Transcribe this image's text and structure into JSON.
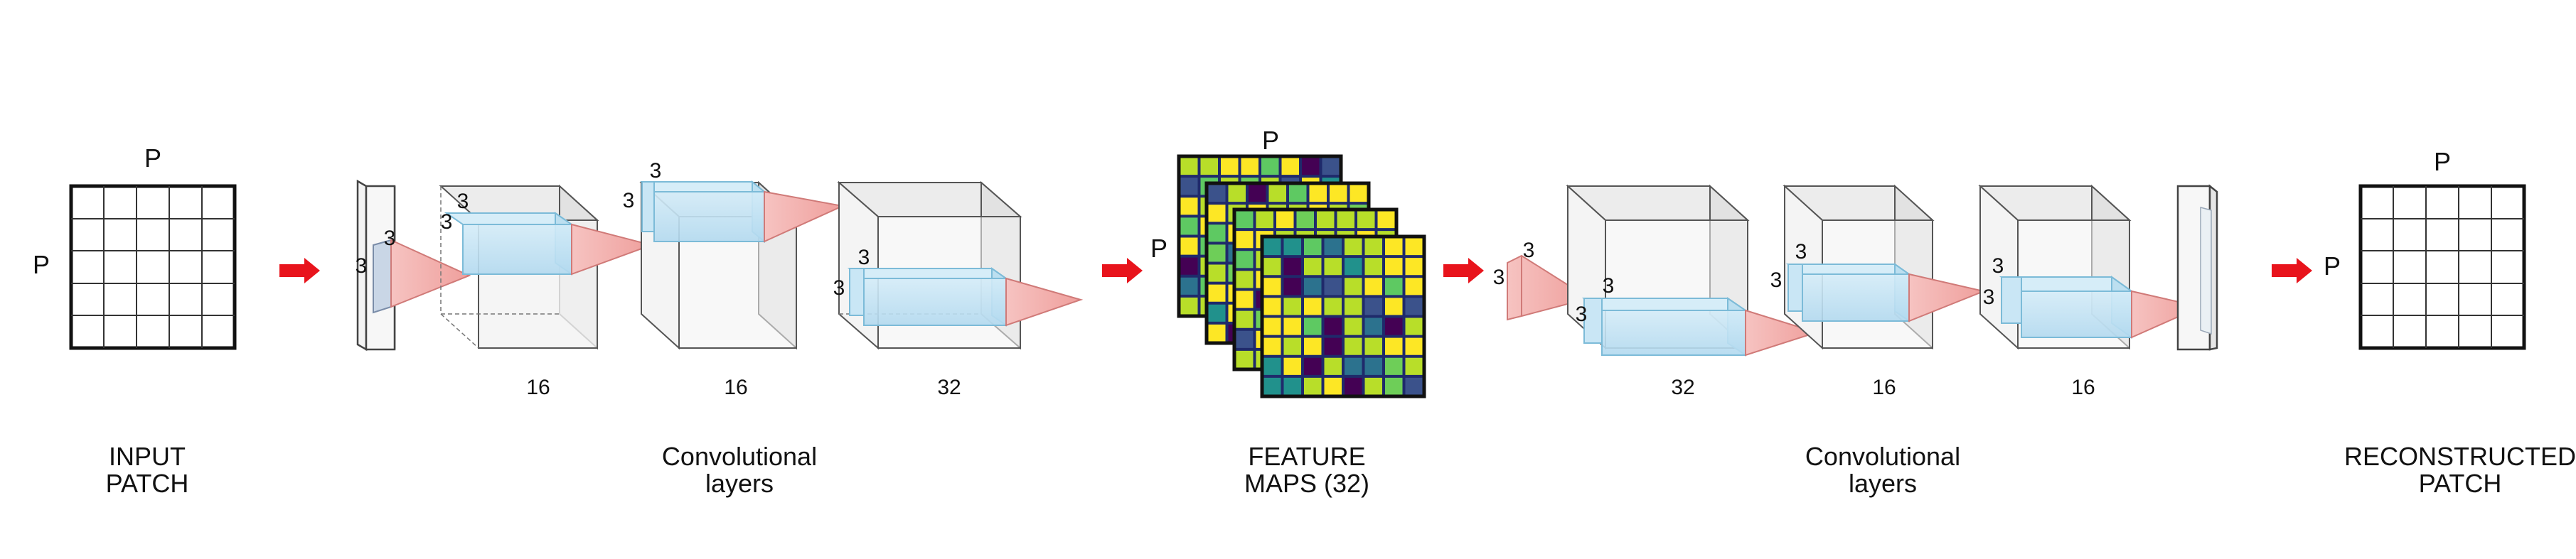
{
  "input_patch": {
    "side_label_top": "P",
    "side_label_left": "P",
    "caption_line1": "INPUT",
    "caption_line2": "PATCH"
  },
  "encoder": {
    "kernel_label": "3",
    "channels": [
      "16",
      "16",
      "32"
    ],
    "caption_line1": "Convolutional",
    "caption_line2": "layers"
  },
  "feature_maps": {
    "side_label_top": "P",
    "side_label_left": "P",
    "caption_line1": "FEATURE",
    "caption_line2": "MAPS (32)"
  },
  "decoder": {
    "kernel_label": "3",
    "channels": [
      "32",
      "16",
      "16"
    ],
    "caption_line1": "Convolutional",
    "caption_line2": "layers"
  },
  "reconstructed_patch": {
    "side_label_top": "P",
    "side_label_left": "P",
    "caption_line1": "RECONSTRUCTED",
    "caption_line2": "PATCH"
  },
  "colors": {
    "arrow": "#e8141c",
    "box_fill": "#eeeeee",
    "box_stroke": "#444444",
    "kernel_fill": "#c2e3f3",
    "kernel_stroke": "#7cbbd8",
    "cone_fill": "#f4b3b0",
    "cone_stroke": "#d07a78"
  }
}
